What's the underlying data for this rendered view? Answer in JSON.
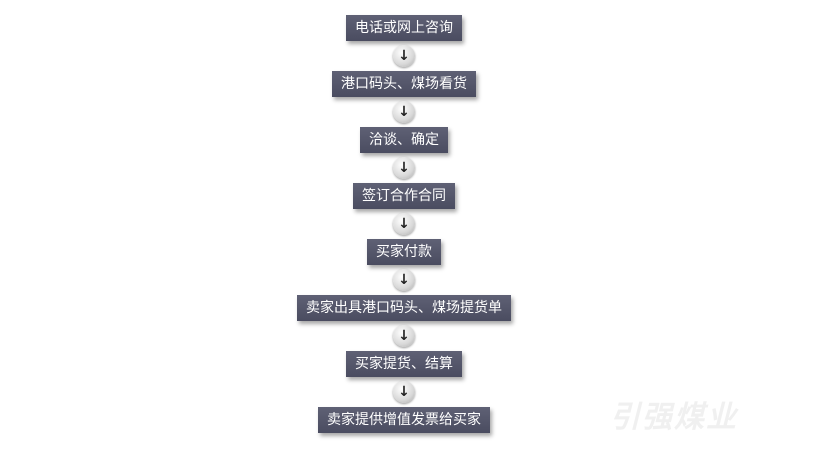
{
  "steps": [
    "电话或网上咨询",
    "港口码头、煤场看货",
    "洽谈、确定",
    "签订合作合同",
    "买家付款",
    "卖家出具港口码头、煤场提货单",
    "买家提货、结算",
    "卖家提供增值发票给买家"
  ],
  "watermark": "引强煤业"
}
